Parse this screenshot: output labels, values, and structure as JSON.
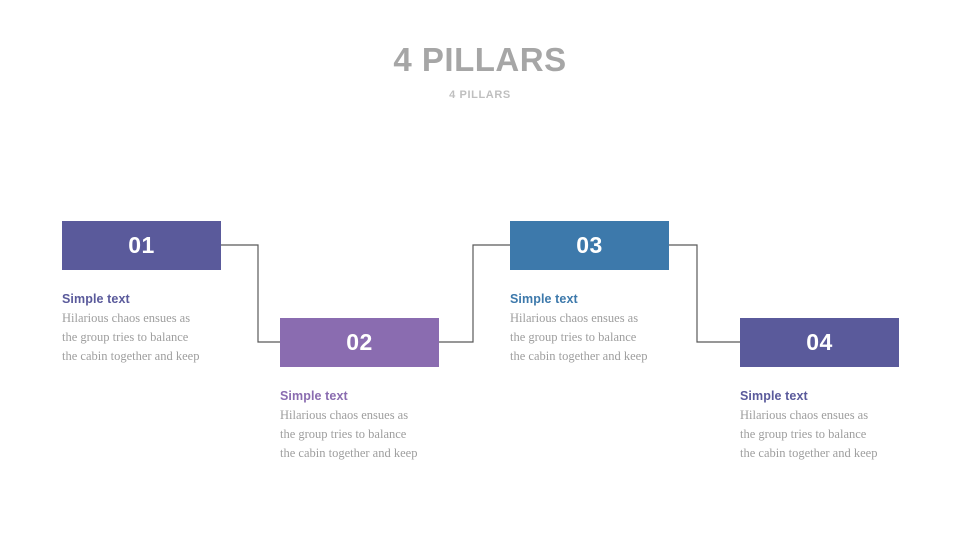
{
  "header": {
    "title": "4 PILLARS",
    "subtitle": "4 PILLARS"
  },
  "colors": {
    "title": "#a6a6a6",
    "subtitle": "#bfbfbf",
    "body_text": "#9e9e9e",
    "connector": "#595959",
    "background": "#ffffff"
  },
  "pillars": [
    {
      "number": "01",
      "heading": "Simple text",
      "text": " Hilarious chaos ensues as\nthe group tries to balance\nthe cabin together and keep",
      "color": "#5a5a9b",
      "heading_color": "#5a5a9b"
    },
    {
      "number": "02",
      "heading": "Simple text",
      "text": " Hilarious chaos ensues as\nthe group tries to balance\nthe cabin together and keep",
      "color": "#8a6cb0",
      "heading_color": "#8a6cb0"
    },
    {
      "number": "03",
      "heading": "Simple text",
      "text": " Hilarious chaos ensues as\nthe group tries to balance\nthe cabin together and keep",
      "color": "#3d79ab",
      "heading_color": "#3d79ab"
    },
    {
      "number": "04",
      "heading": "Simple text",
      "text": " Hilarious chaos ensues as\nthe group tries to balance\nthe cabin together and keep",
      "color": "#5a5a9b",
      "heading_color": "#5a5a9b"
    }
  ]
}
